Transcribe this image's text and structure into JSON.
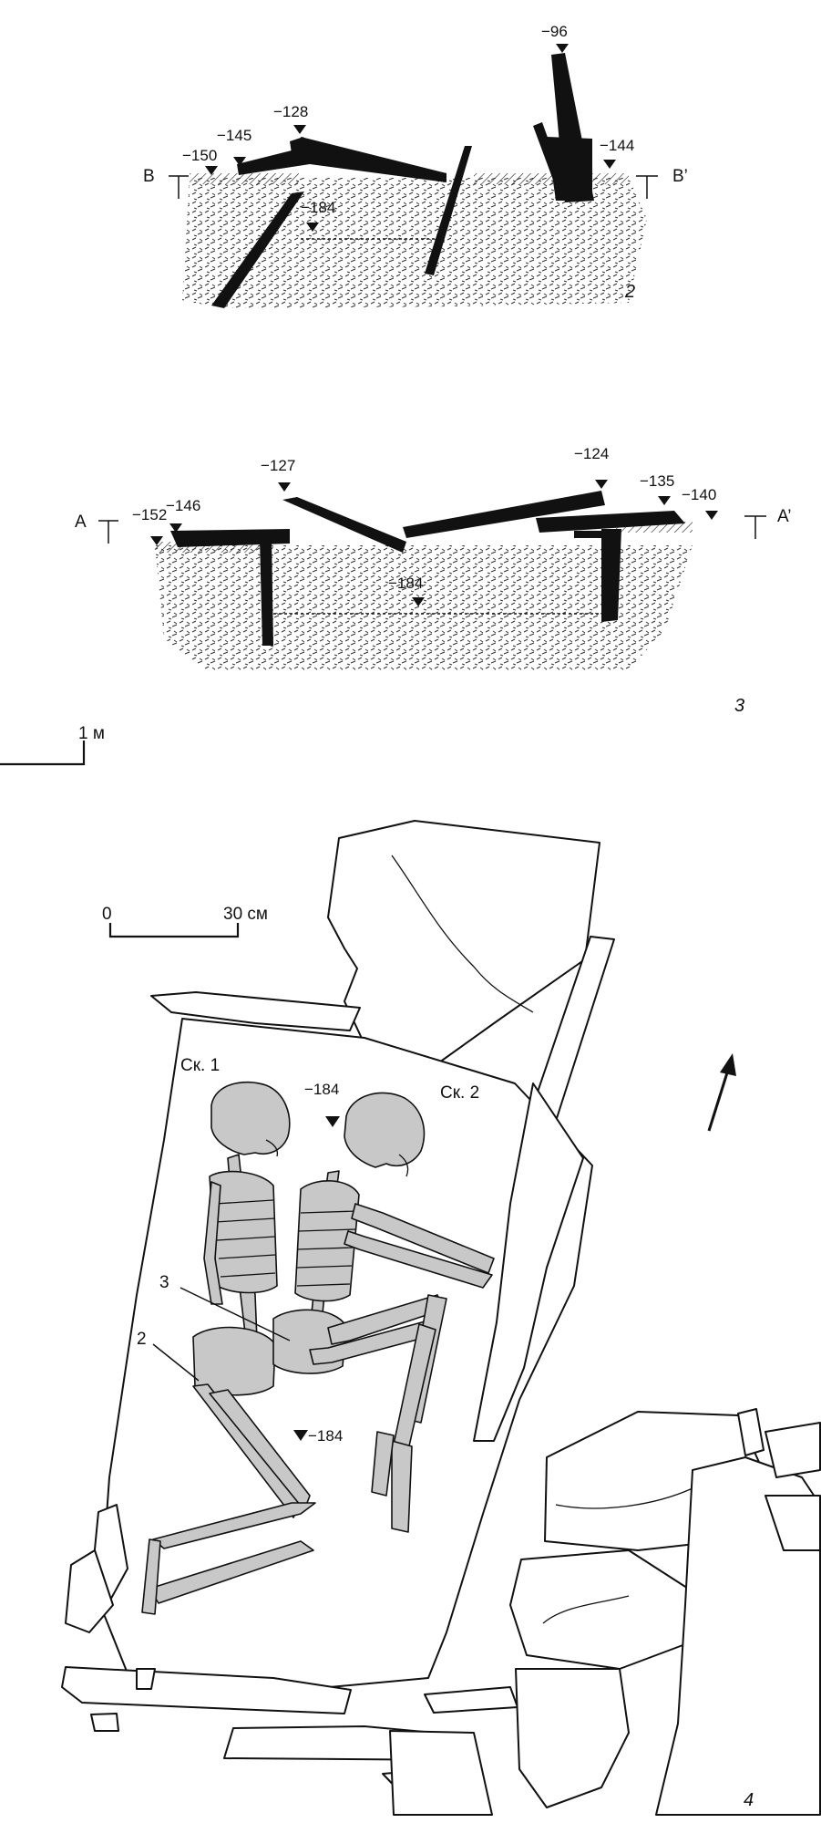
{
  "section_2": {
    "figure_number": "2",
    "left_label": "B",
    "right_label": "B’",
    "elevations": [
      "−96",
      "−128",
      "−145",
      "−150",
      "−144",
      "−184"
    ]
  },
  "section_3": {
    "figure_number": "3",
    "left_label": "A",
    "right_label": "A’",
    "elevations": [
      "−127",
      "−124",
      "−135",
      "−140",
      "−152",
      "−146",
      "−184"
    ]
  },
  "section_scale": {
    "label": "1 м"
  },
  "plan_4": {
    "figure_number": "4",
    "scale_start": "0",
    "scale_end": "30 см",
    "skeleton_1_label": "Ск. 1",
    "skeleton_2_label": "Ск. 2",
    "elevation_top": "−184",
    "elevation_bottom": "−184",
    "find_2_label": "2",
    "find_3_label": "3"
  }
}
